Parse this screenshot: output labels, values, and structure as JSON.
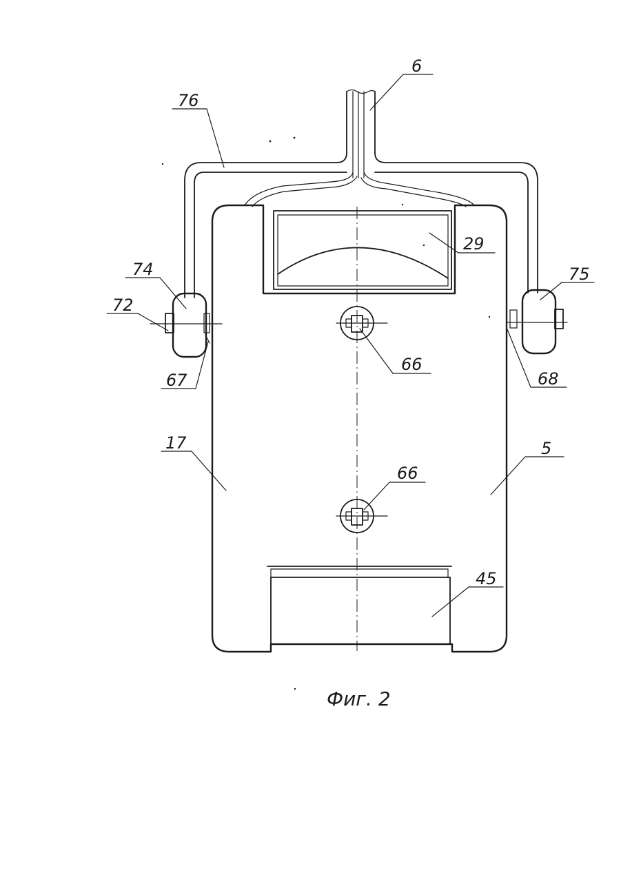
{
  "figure": {
    "caption": "Фиг. 2",
    "labels": {
      "l6": "6",
      "l76": "76",
      "l29": "29",
      "l74": "74",
      "l72": "72",
      "l75": "75",
      "l67": "67",
      "l68": "68",
      "l66a": "66",
      "l66b": "66",
      "l17": "17",
      "l5": "5",
      "l45": "45"
    }
  }
}
